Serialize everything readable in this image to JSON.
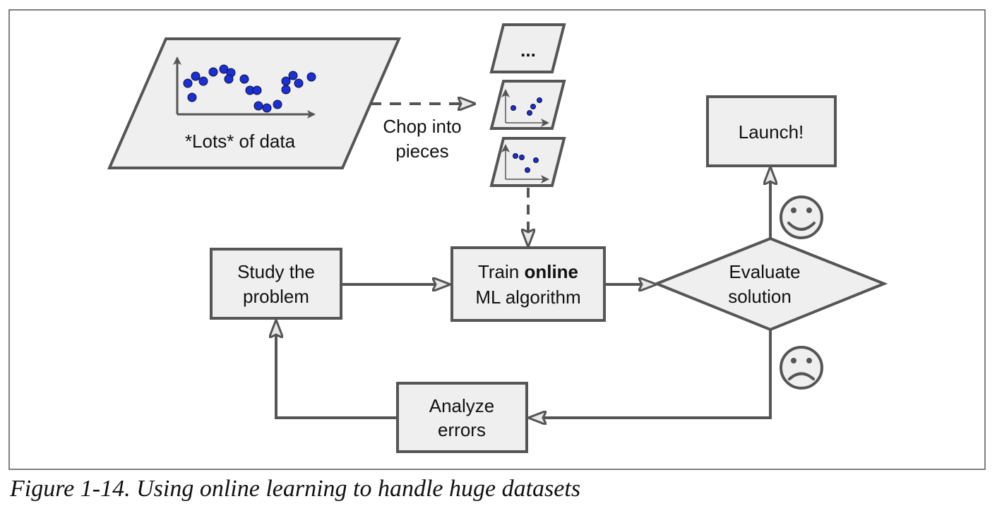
{
  "nodes": {
    "data": {
      "label": "*Lots* of data"
    },
    "chop": {
      "line1": "Chop into",
      "line2": "pieces"
    },
    "piece_ellipsis": {
      "label": "..."
    },
    "study": {
      "line1": "Study the",
      "line2": "problem"
    },
    "train": {
      "line1_prefix": "Train ",
      "line1_bold": "online",
      "line2": "ML algorithm"
    },
    "evaluate": {
      "line1": "Evaluate",
      "line2": "solution"
    },
    "launch": {
      "label": "Launch!"
    },
    "analyze": {
      "line1": "Analyze",
      "line2": "errors"
    }
  },
  "caption": "Figure 1-14. Using online learning to handle huge datasets",
  "colors": {
    "fill": "#efefef",
    "stroke": "#555555",
    "dot": "#1a2fd6",
    "text": "#111111"
  },
  "icons": {
    "happy": "smiley-face-icon",
    "sad": "sad-face-icon"
  }
}
